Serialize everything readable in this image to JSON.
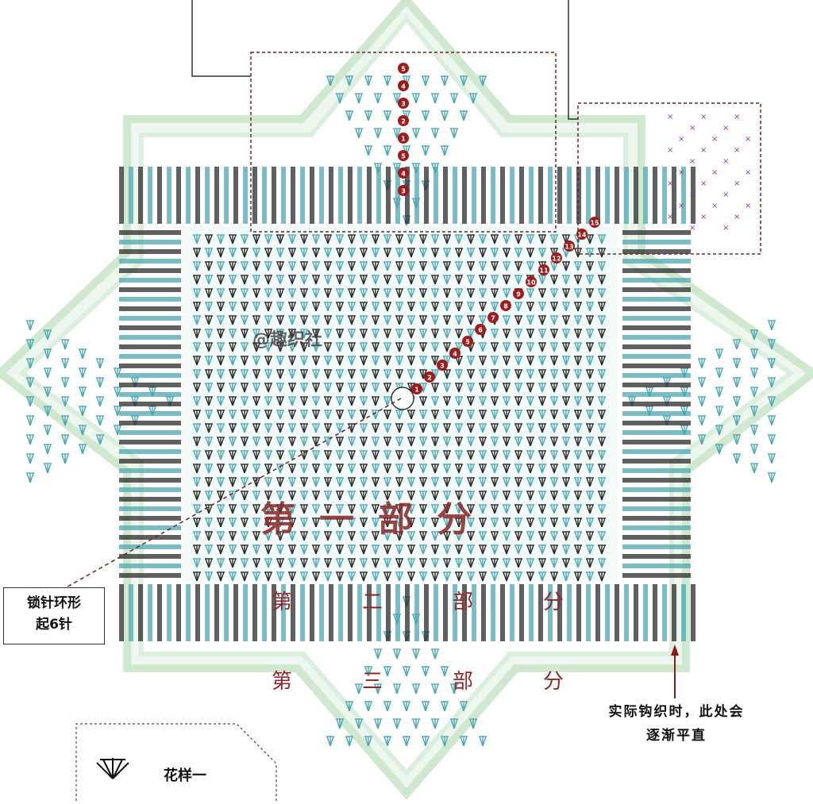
{
  "watermark": "@趣织社",
  "parts": {
    "part1": "第一部分",
    "part2": "第二部分",
    "part3": "第三部分"
  },
  "notes": {
    "start_line1": "锁针环形",
    "start_line2": "起6针",
    "edge_line1": "实际钩织时，此处会",
    "edge_line2": "逐渐平直"
  },
  "legend": {
    "pattern_name": "花样一"
  },
  "round_numbers": {
    "diagonal": [
      "1",
      "2",
      "3",
      "4",
      "5",
      "6",
      "7",
      "8",
      "9",
      "10",
      "11",
      "12",
      "13",
      "14",
      "15"
    ],
    "top_column": [
      "5",
      "4",
      "3",
      "2",
      "1",
      "5",
      "4",
      "3"
    ]
  },
  "colors": {
    "teal": "#4fa7b2",
    "dark": "#2b2b2b",
    "maroon": "#8b2b2b",
    "light_border": "#d6ecd6",
    "purple": "#8a3c9c",
    "marker": "#9b1d1d"
  }
}
